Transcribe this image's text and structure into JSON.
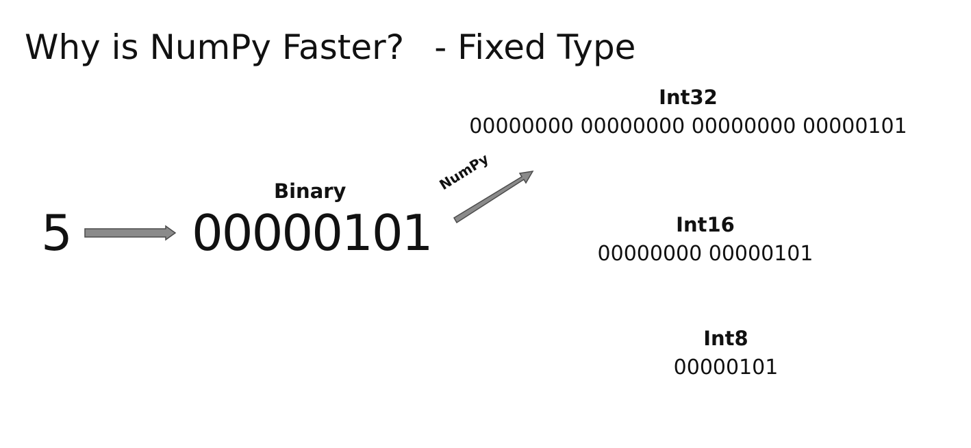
{
  "title": {
    "main": "Why is NumPy Faster?",
    "sub": "- Fixed Type"
  },
  "diagram": {
    "number": "5",
    "binary_label": "Binary",
    "binary_value": "00000101",
    "arrow_label": "NumPy",
    "types": [
      {
        "name": "Int32",
        "bits": "00000000 00000000 00000000 00000101"
      },
      {
        "name": "Int16",
        "bits": "00000000 00000101"
      },
      {
        "name": "Int8",
        "bits": "00000101"
      }
    ],
    "arrow_fill": "#8a8a8a",
    "arrow_stroke": "#4a4a4a"
  }
}
